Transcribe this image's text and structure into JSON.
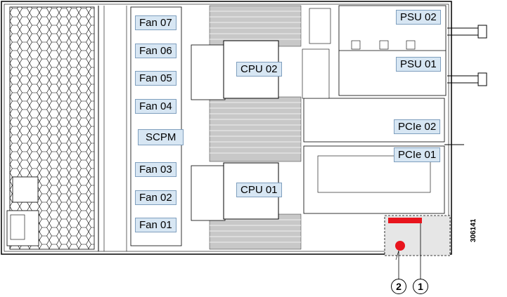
{
  "components": {
    "fans": [
      "Fan 07",
      "Fan 06",
      "Fan 05",
      "Fan 04",
      "Fan 03",
      "Fan 02",
      "Fan 01"
    ],
    "scpm": "SCPM",
    "cpus": [
      "CPU 02",
      "CPU 01"
    ],
    "psus": [
      "PSU 02",
      "PSU 01"
    ],
    "pcie": [
      "PCIe 02",
      "PCIe 01"
    ]
  },
  "callouts": [
    "1",
    "2"
  ],
  "document_number": "306141",
  "colors": {
    "chassis_line": "#000000",
    "label_fill": "#d7e6f3",
    "label_border": "#7f9fbe",
    "highlight_area": "#e6e6e6",
    "indicator_red": "#e8141d"
  }
}
